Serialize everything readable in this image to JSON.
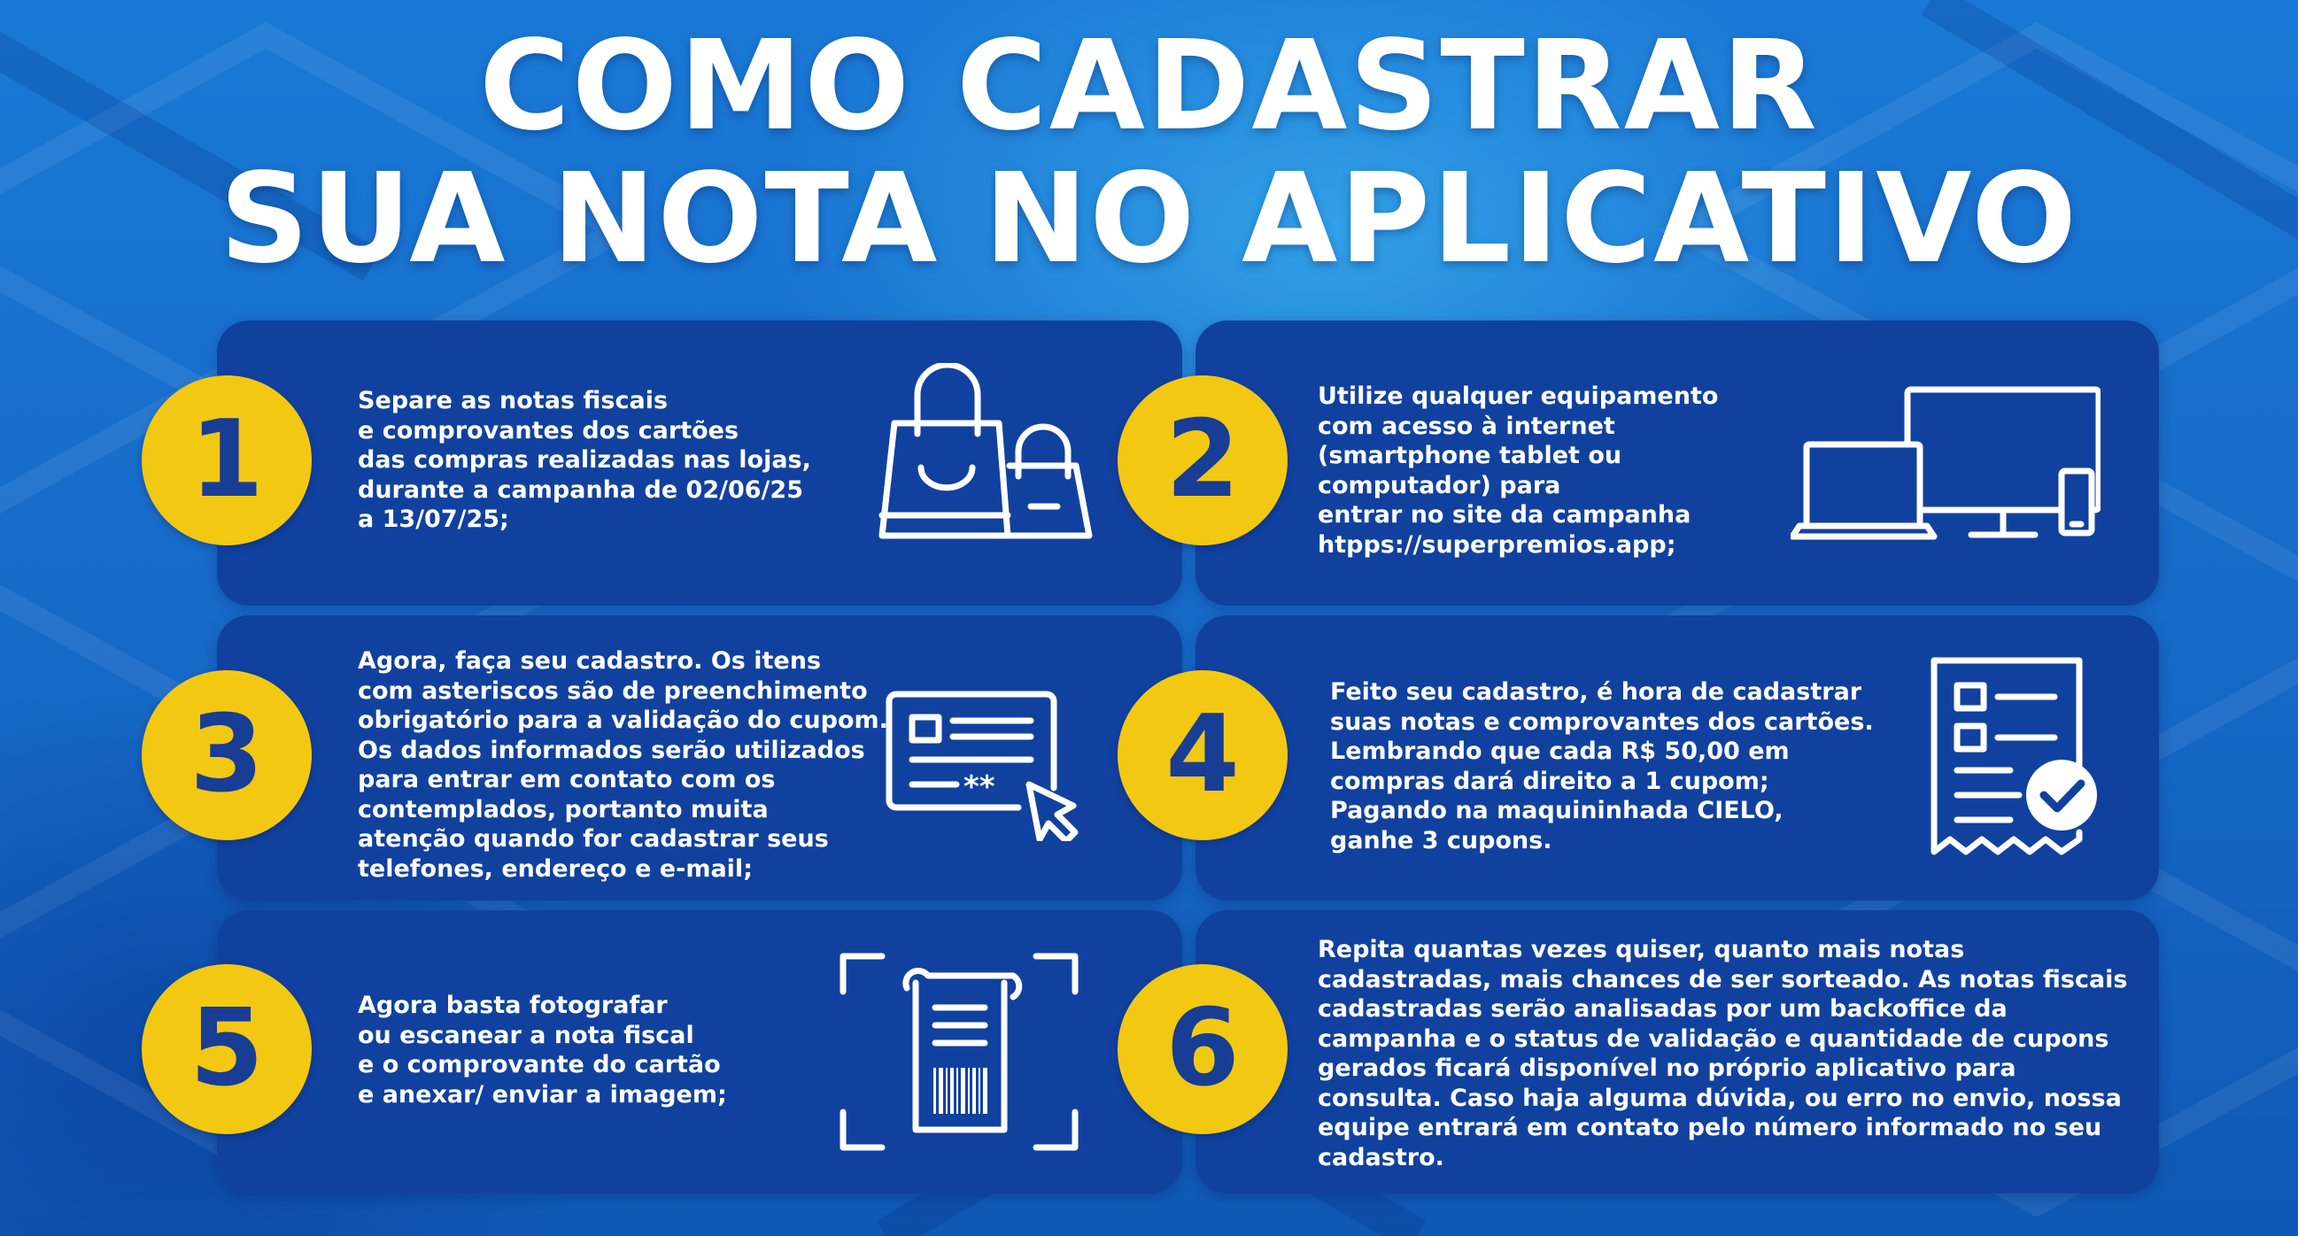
{
  "title": {
    "line1": "COMO CADASTRAR",
    "line2": "SUA NOTA NO APLICATIVO"
  },
  "colors": {
    "background": "#1673cf",
    "card": "#11419f",
    "badge": "#f3c813",
    "badge_text": "#173d94",
    "text": "#ffffff"
  },
  "steps": [
    {
      "number": "1",
      "icon": "shopping-bags-icon",
      "lines": [
        "Separe as notas fiscais",
        "e comprovantes dos cartões",
        "das compras realizadas nas lojas,",
        "durante a campanha de 02/06/25",
        "a 13/07/25;"
      ]
    },
    {
      "number": "2",
      "icon": "devices-icon",
      "lines": [
        "Utilize qualquer equipamento",
        "com acesso à internet",
        "(smartphone tablet ou",
        "computador) para",
        "entrar no site da campanha",
        "htpps://superpremios.app;"
      ]
    },
    {
      "number": "3",
      "icon": "form-card-icon",
      "lines": [
        "Agora, faça seu cadastro. Os itens",
        "com asteriscos são de preenchimento",
        "obrigatório para a validação do cupom.",
        "Os dados informados serão utilizados",
        "para entrar em contato com os",
        "contemplados, portanto muita",
        "atenção quando for cadastrar seus",
        "telefones, endereço e e-mail;"
      ]
    },
    {
      "number": "4",
      "icon": "receipt-check-icon",
      "lines": [
        "Feito seu cadastro, é hora de cadastrar",
        "suas notas e comprovantes dos cartões.",
        "Lembrando que cada R$ 50,00 em",
        "compras dará direito a 1 cupom;",
        "Pagando na maquininhada CIELO,",
        "ganhe 3 cupons."
      ]
    },
    {
      "number": "5",
      "icon": "scan-receipt-icon",
      "lines": [
        "Agora basta fotografar",
        "ou escanear a nota fiscal",
        "e o comprovante do cartão",
        "e anexar/ enviar a imagem;"
      ]
    },
    {
      "number": "6",
      "icon": "",
      "lines": [
        "Repita quantas vezes quiser, quanto mais notas",
        "cadastradas, mais chances de ser sorteado. As notas fiscais",
        "cadastradas serão analisadas por um backoffice da",
        "campanha e o status de validação e quantidade de cupons",
        "gerados ficará disponível no próprio aplicativo para",
        "consulta. Caso haja alguma dúvida, ou erro no envio, nossa",
        "equipe entrará em contato pelo número informado no seu",
        "cadastro."
      ]
    }
  ]
}
